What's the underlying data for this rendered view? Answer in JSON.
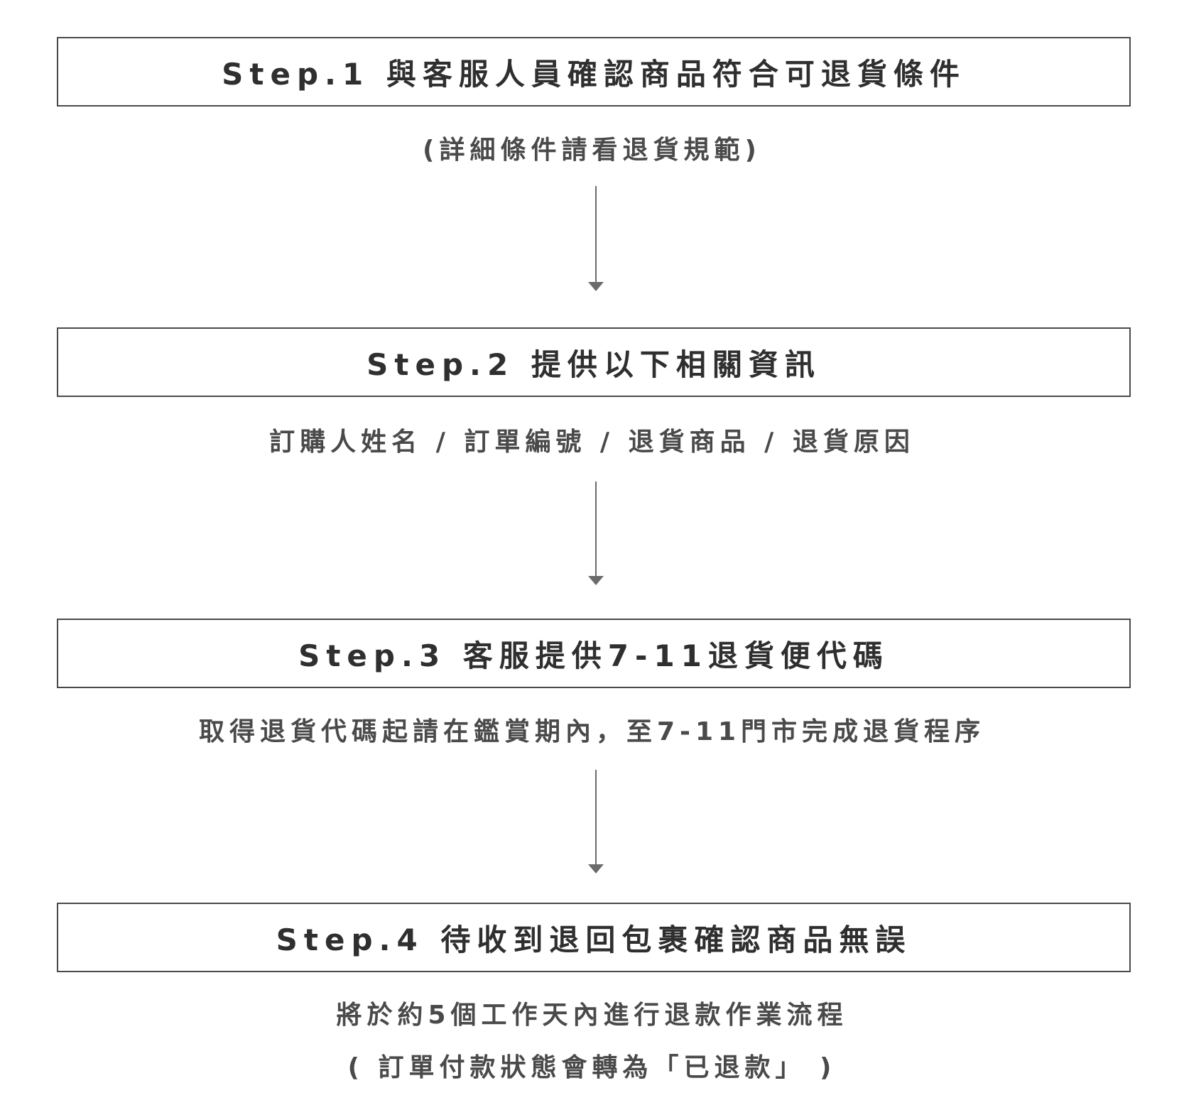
{
  "steps": [
    {
      "title": "Step.1 與客服人員確認商品符合可退貨條件",
      "notes": [
        "(詳細條件請看退貨規範)"
      ]
    },
    {
      "title": "Step.2 提供以下相關資訊",
      "notes": [
        "訂購人姓名 / 訂單編號 / 退貨商品 / 退貨原因"
      ]
    },
    {
      "title": "Step.3 客服提供7-11退貨便代碼",
      "notes": [
        "取得退貨代碼起請在鑑賞期內，至7-11門市完成退貨程序"
      ]
    },
    {
      "title": "Step.4 待收到退回包裹確認商品無誤",
      "notes": [
        "將於約5個工作天內進行退款作業流程",
        "( 訂單付款狀態會轉為「已退款」 )"
      ]
    }
  ]
}
